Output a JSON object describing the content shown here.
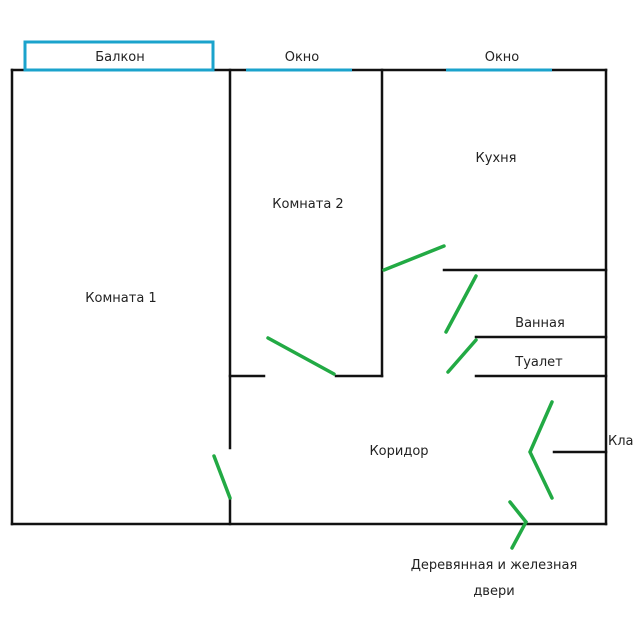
{
  "colors": {
    "wall": "#111111",
    "window": "#1ba3cc",
    "door": "#22aa44",
    "text": "#222222",
    "background": "#ffffff"
  },
  "labels": {
    "balcony": "Балкон",
    "window_1": "Окно",
    "window_2": "Окно",
    "kitchen": "Кухня",
    "room_2": "Комната 2",
    "room_1": "Комната 1",
    "bathroom": "Ванная",
    "toilet": "Туалет",
    "corridor": "Коридор",
    "closet": "Кла",
    "doors_line_1": "Деревянная и железная",
    "doors_line_2": "двери"
  }
}
